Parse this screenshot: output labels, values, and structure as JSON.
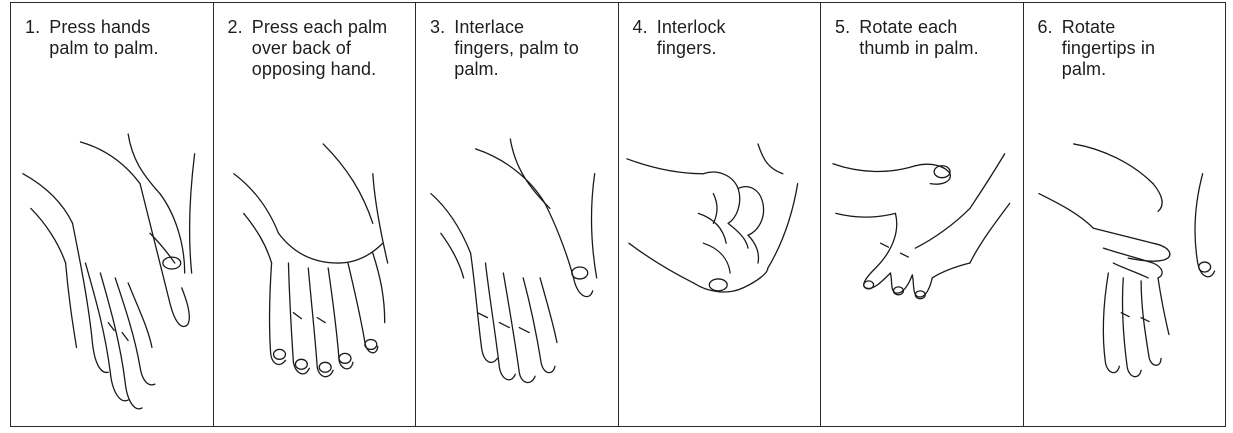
{
  "steps": [
    {
      "number": "1.",
      "text": "Press hands palm to palm.",
      "icon": "palm-to-palm-illustration"
    },
    {
      "number": "2.",
      "text": "Press each palm over back of opposing hand.",
      "icon": "palm-over-back-illustration"
    },
    {
      "number": "3.",
      "text": "Interlace fingers, palm to palm.",
      "icon": "interlaced-fingers-illustration"
    },
    {
      "number": "4.",
      "text": "Interlock fingers.",
      "icon": "interlocked-fingers-illustration"
    },
    {
      "number": "5.",
      "text": "Rotate each thumb in palm.",
      "icon": "rotate-thumb-illustration"
    },
    {
      "number": "6.",
      "text": "Rotate fingertips in palm.",
      "icon": "rotate-fingertips-illustration"
    }
  ]
}
